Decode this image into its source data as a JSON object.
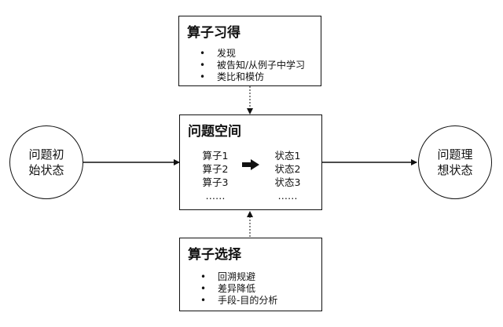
{
  "start_state": {
    "line1": "问题初",
    "line2": "始状态"
  },
  "goal_state": {
    "line1": "问题理",
    "line2": "想状态"
  },
  "operator_acquisition": {
    "title": "算子习得",
    "items": [
      "发现",
      "被告知/从例子中学习",
      "类比和模仿"
    ]
  },
  "problem_space": {
    "title": "问题空间",
    "operators": [
      "算子1",
      "算子2",
      "算子3",
      "……"
    ],
    "states": [
      "状态1",
      "状态2",
      "状态3",
      "……"
    ]
  },
  "operator_selection": {
    "title": "算子选择",
    "items": [
      "回溯规避",
      "差异降低",
      "手段-目的分析"
    ]
  }
}
